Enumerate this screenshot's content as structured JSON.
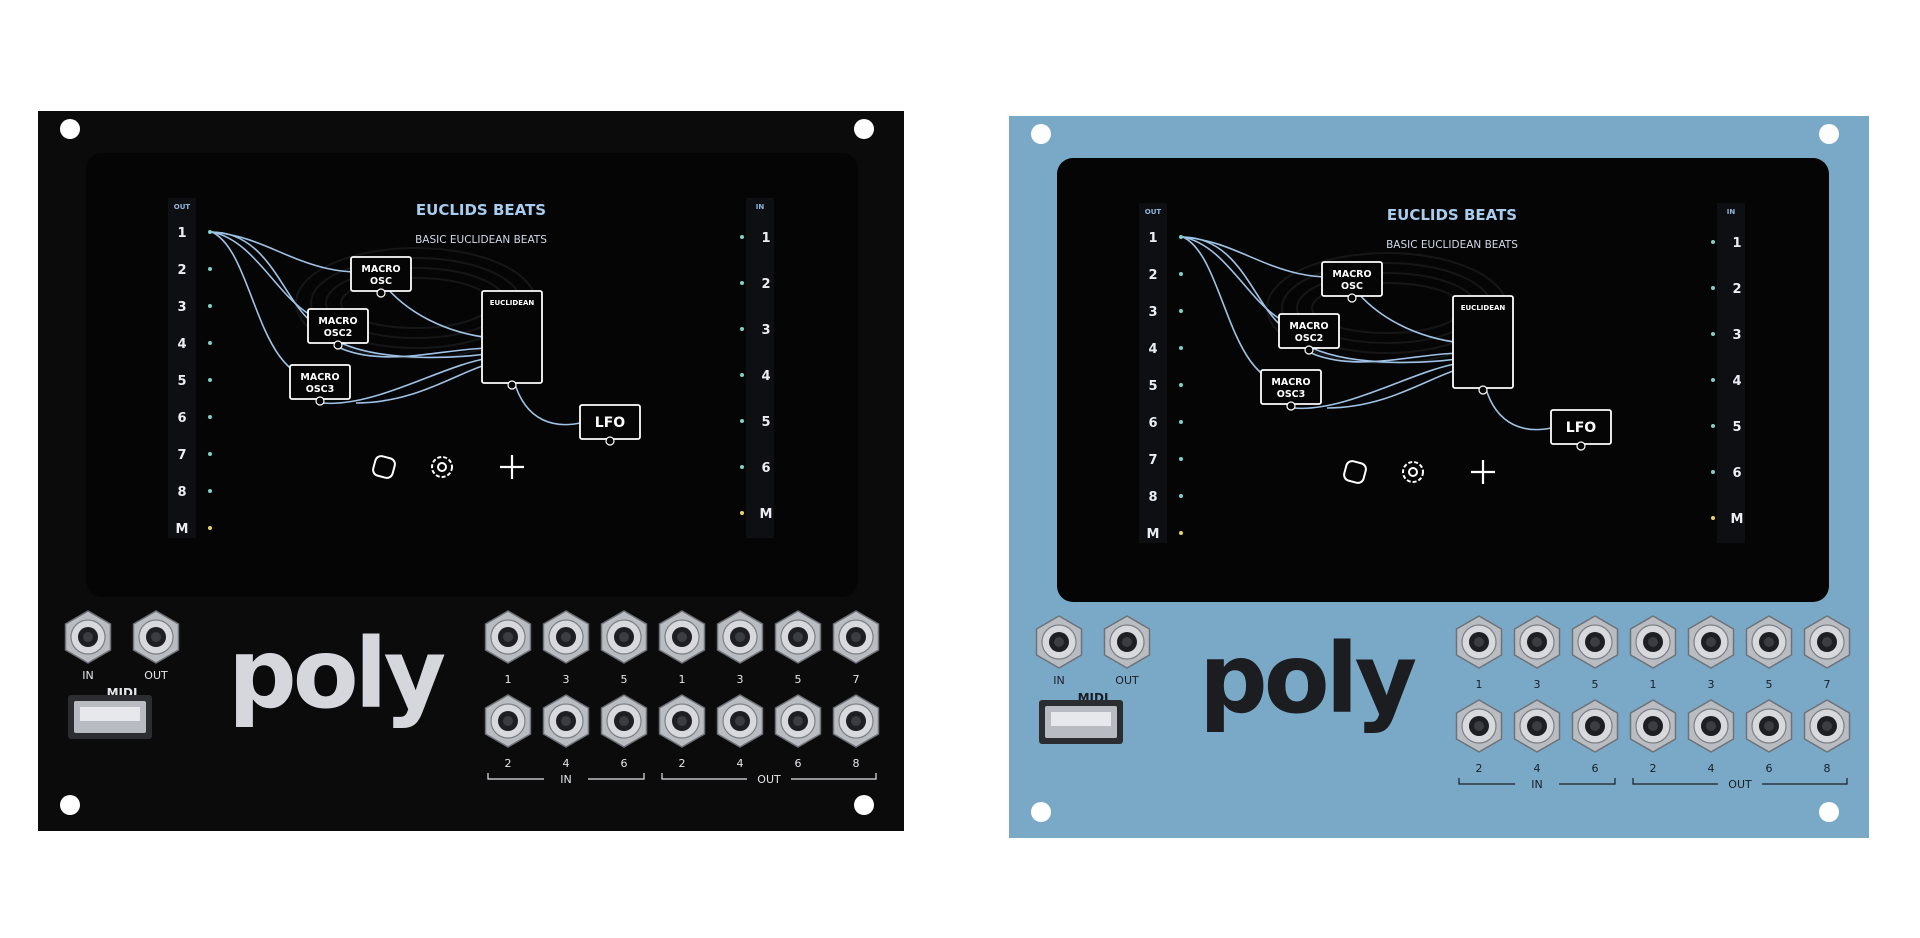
{
  "screen": {
    "title": "EUCLIDS BEATS",
    "subtitle": "BASIC EUCLIDEAN BEATS",
    "out_label": "OUT",
    "in_label": "IN",
    "out_ports": [
      "1",
      "2",
      "3",
      "4",
      "5",
      "6",
      "7",
      "8",
      "M"
    ],
    "in_ports": [
      "1",
      "2",
      "3",
      "4",
      "5",
      "6",
      "M"
    ],
    "nodes": {
      "macro_osc": [
        "MACRO",
        "OSC"
      ],
      "macro_osc2": [
        "MACRO",
        "OSC2"
      ],
      "macro_osc3": [
        "MACRO",
        "OSC3"
      ],
      "euclidean": "EUCLIDEAN",
      "lfo": "LFO",
      "port_indicator": "0"
    },
    "toolbar": {
      "shape_icon": "rounded-square-icon",
      "settings_icon": "gear-icon",
      "add_icon": "plus-icon"
    }
  },
  "hardware": {
    "midi_label": "MIDI",
    "midi_in": "IN",
    "midi_out": "OUT",
    "logo": "poly",
    "top_jack_labels": [
      "1",
      "3",
      "5",
      "1",
      "3",
      "5",
      "7"
    ],
    "bottom_jack_labels": [
      "2",
      "4",
      "6",
      "2",
      "4",
      "6",
      "8"
    ],
    "in_group": "IN",
    "out_group": "OUT"
  },
  "colors": {
    "black_panel": "#0b0b0c",
    "blue_panel": "#7aa9c8",
    "screen_bg": "#050505",
    "wire": "#9fc3e6",
    "title": "#a9cdee",
    "m_dot": "#e8d36a"
  }
}
